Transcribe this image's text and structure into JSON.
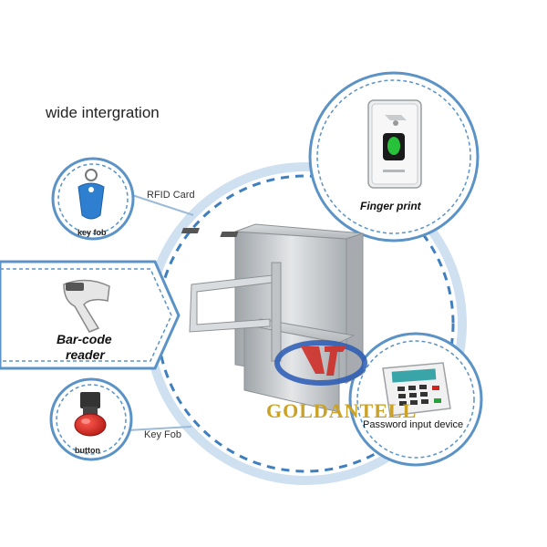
{
  "title": "wide intergration",
  "labels": {
    "rfid_card": "RFID Card",
    "key_fob_small": "key fob",
    "barcode_line1": "Bar-code",
    "barcode_line2": "reader",
    "button": "button",
    "key_fob_right": "Key Fob",
    "finger_print": "Finger print",
    "password_device": "Password input device"
  },
  "watermark": "GOLDANTELL",
  "colors": {
    "ring": "#5b93c7",
    "dash": "#3f7fbf",
    "steel": "#c9cdd0",
    "keyfob_blue": "#2f7fd0",
    "button_red": "#d0261f",
    "finger_green": "#27c23a"
  },
  "icons": [
    "key-fob-icon",
    "barcode-scanner-icon",
    "emergency-button-icon",
    "fingerprint-reader-icon",
    "keypad-icon",
    "turnstile-gate"
  ]
}
